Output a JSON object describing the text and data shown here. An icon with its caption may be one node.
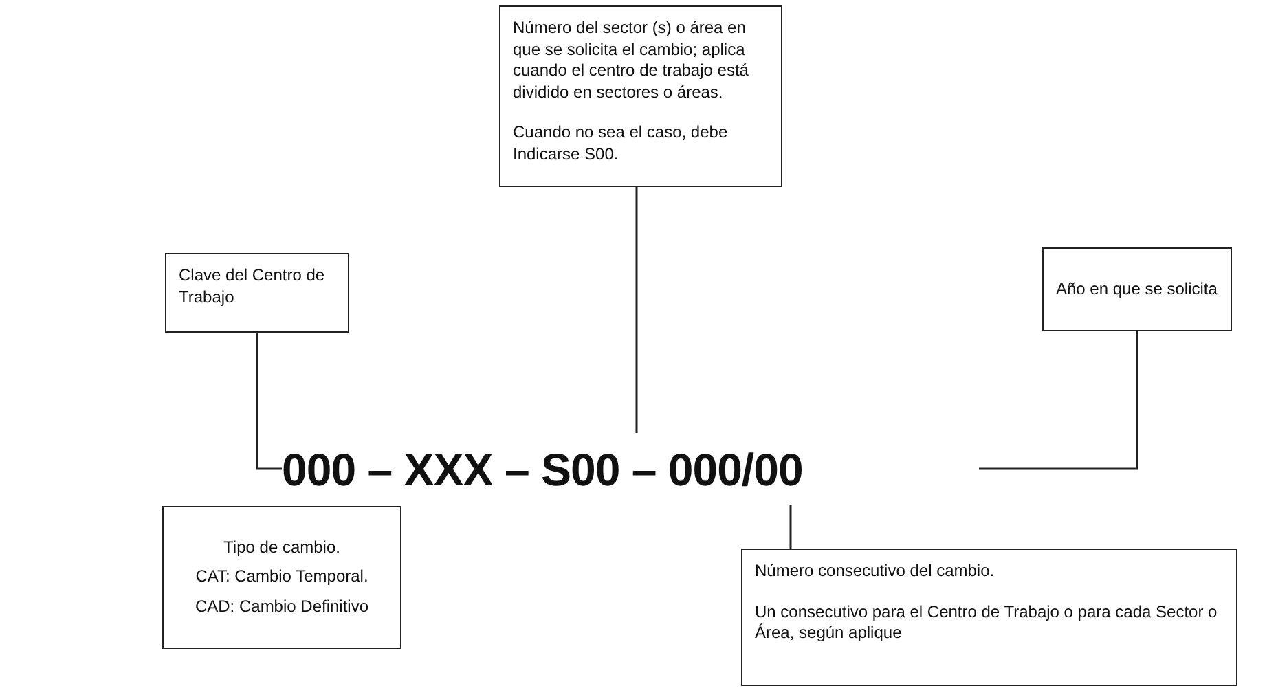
{
  "diagram": {
    "nodes": [
      {
        "text": [
          "Número del sector (s) o área en que se solicita el cambio; aplica cuando el centro de trabajo está dividido en sectores o áreas.",
          "Cuando no sea el caso, debe Indicarse S00."
        ]
      },
      {
        "text": [
          "Clave del Centro de Trabajo"
        ]
      },
      {
        "text": [
          "Año en que se solicita"
        ]
      },
      {
        "text": [
          "000 – XXX – S00 – 000/00"
        ]
      },
      {
        "text": [
          "Tipo de cambio.",
          "CAT: Cambio Temporal.",
          "CAD: Cambio Definitivo"
        ]
      },
      {
        "text": [
          "Número consecutivo del cambio.",
          "Un consecutivo para el Centro de Trabajo o para cada Sector o Área, según aplique"
        ]
      }
    ],
    "edges": [
      {
        "from": 1,
        "to": 3,
        "arrow": "none"
      },
      {
        "from": 0,
        "to": 3,
        "arrow": "none"
      },
      {
        "from": 2,
        "to": 3,
        "arrow": "none"
      },
      {
        "from": 5,
        "to": 3,
        "arrow": "none"
      }
    ]
  }
}
